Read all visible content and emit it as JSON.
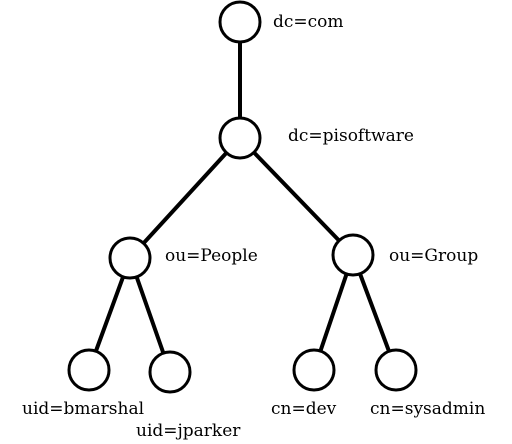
{
  "tree": {
    "root": {
      "label": "dc=com"
    },
    "org": {
      "label": "dc=pisoftware"
    },
    "ou_people": {
      "label": "ou=People"
    },
    "ou_group": {
      "label": "ou=Group"
    },
    "uid_bmarshal": {
      "label": "uid=bmarshal"
    },
    "uid_jparker": {
      "label": "uid=jparker"
    },
    "cn_dev": {
      "label": "cn=dev"
    },
    "cn_sysadmin": {
      "label": "cn=sysadmin"
    }
  },
  "colors": {
    "line": "#000000",
    "node_fill": "#ffffff",
    "background": "#ffffff"
  }
}
